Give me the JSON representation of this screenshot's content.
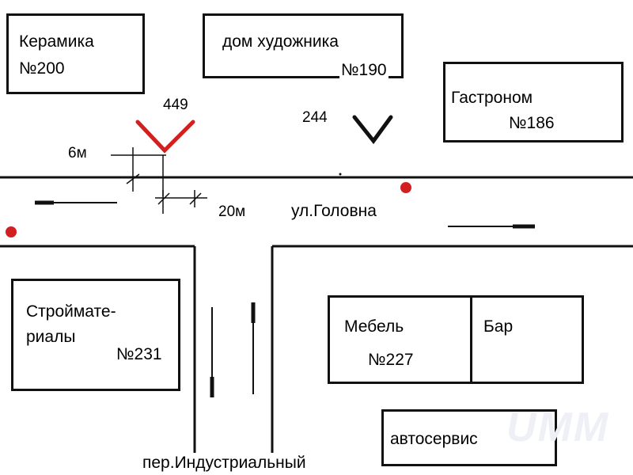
{
  "buildings": {
    "keramika": {
      "name": "Керамика",
      "number": "№200"
    },
    "dom_khudozhnika": {
      "name": "дом художника",
      "number": "№190"
    },
    "gastronom": {
      "name": "Гастроном",
      "number": "№186"
    },
    "stroymaterialy": {
      "name_line1": "Строймате-",
      "name_line2": "риалы",
      "number": "№231"
    },
    "mebel": {
      "name": "Мебель",
      "number": "№227"
    },
    "bar": {
      "name": "Бар"
    },
    "avtoservis": {
      "name": "автосервис"
    }
  },
  "streets": {
    "main": "ул.Головна",
    "side": "пер.Индустриальный"
  },
  "markers": {
    "red_check": "449",
    "black_check": "244"
  },
  "dimensions": {
    "six_m": "6м",
    "twenty_m": "20м"
  },
  "watermark": "UMM",
  "colors": {
    "red": "#d21f1f",
    "line": "#111111"
  },
  "icons": {
    "red_check": "red-check-mark",
    "black_check": "black-check-mark",
    "red_dot": "red-dot",
    "traffic_arrow": "traffic-arrow"
  }
}
